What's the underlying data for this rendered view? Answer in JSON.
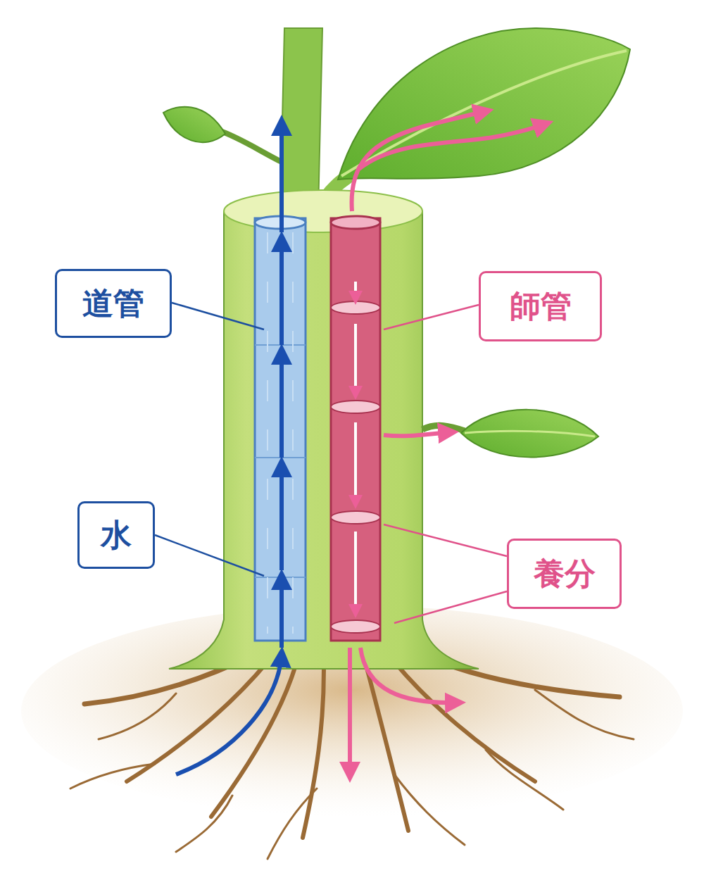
{
  "diagram": {
    "nodes": [
      {
        "text": [
          "道管"
        ]
      },
      {
        "text": [
          "師管"
        ]
      },
      {
        "text": [
          "水"
        ]
      },
      {
        "text": [
          "養分"
        ]
      }
    ]
  }
}
